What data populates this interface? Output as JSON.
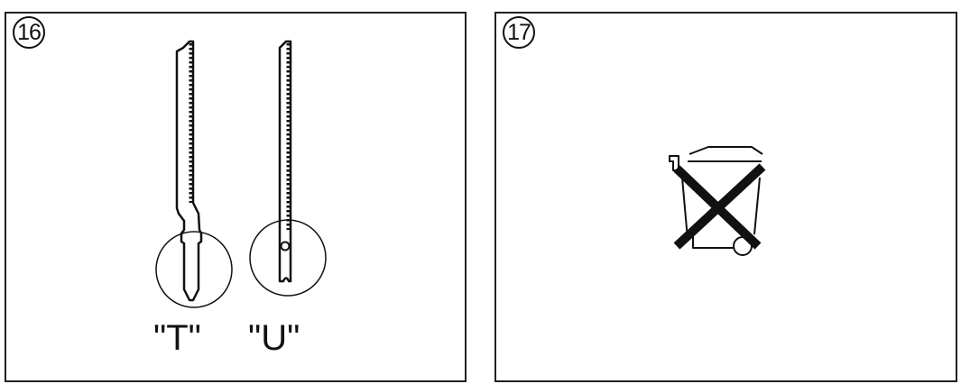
{
  "panels": [
    {
      "step": "16",
      "illustration": "jigsaw-blade-shank-types",
      "blades": [
        {
          "label": "\"T\"",
          "type": "T-shank jigsaw blade"
        },
        {
          "label": "\"U\"",
          "type": "U-shank jigsaw blade"
        }
      ]
    },
    {
      "step": "17",
      "illustration": "crossed-out-wheelie-bin-icon"
    }
  ],
  "colors": {
    "line": "#111111",
    "border": "#222222",
    "background": "#ffffff"
  }
}
